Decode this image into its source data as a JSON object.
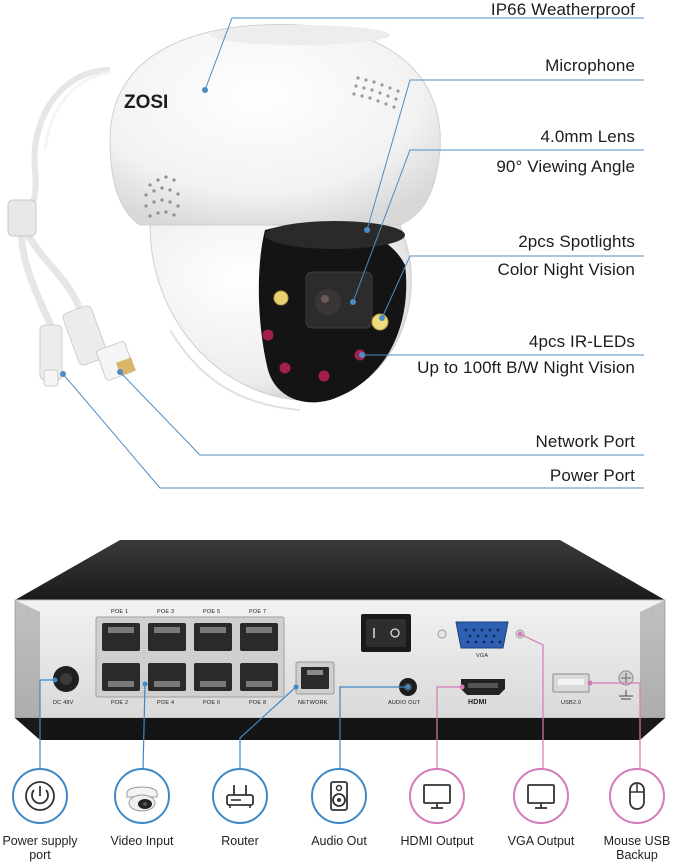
{
  "camera": {
    "brand": "ZOSI",
    "callouts": [
      {
        "title": "IP66 Weatherproof",
        "sub": ""
      },
      {
        "title": "Microphone",
        "sub": ""
      },
      {
        "title": "4.0mm Lens",
        "sub": "90° Viewing Angle"
      },
      {
        "title": "2pcs Spotlights",
        "sub": "Color Night Vision"
      },
      {
        "title": "4pcs IR-LEDs",
        "sub": "Up to 100ft B/W Night Vision"
      },
      {
        "title": "Network Port",
        "sub": ""
      },
      {
        "title": "Power Port",
        "sub": ""
      }
    ]
  },
  "nvr": {
    "poe_labels": [
      "POE 1",
      "POE 3",
      "POE 5",
      "POE 7",
      "POE 2",
      "POE 4",
      "POE 6",
      "POE 8"
    ],
    "dc_label": "DC 48V",
    "network_label": "NETWORK",
    "audio_label": "AUDIO OUT",
    "vga_label": "VGA",
    "hdmi_label": "HDMI",
    "usb_label": "USB2.0"
  },
  "ports": [
    {
      "label": "Power supply port",
      "icon": "power-icon",
      "color": "#3f88c5"
    },
    {
      "label": "Video Input",
      "icon": "camera-icon",
      "color": "#3f88c5"
    },
    {
      "label": "Router",
      "icon": "router-icon",
      "color": "#3f88c5"
    },
    {
      "label": "Audio Out",
      "icon": "speaker-icon",
      "color": "#3f88c5"
    },
    {
      "label": "HDMI Output",
      "icon": "monitor-icon",
      "color": "#d57ab8"
    },
    {
      "label": "VGA Output",
      "icon": "monitor-icon",
      "color": "#d57ab8"
    },
    {
      "label": "Mouse USB Backup",
      "icon": "mouse-icon",
      "color": "#d57ab8"
    }
  ]
}
